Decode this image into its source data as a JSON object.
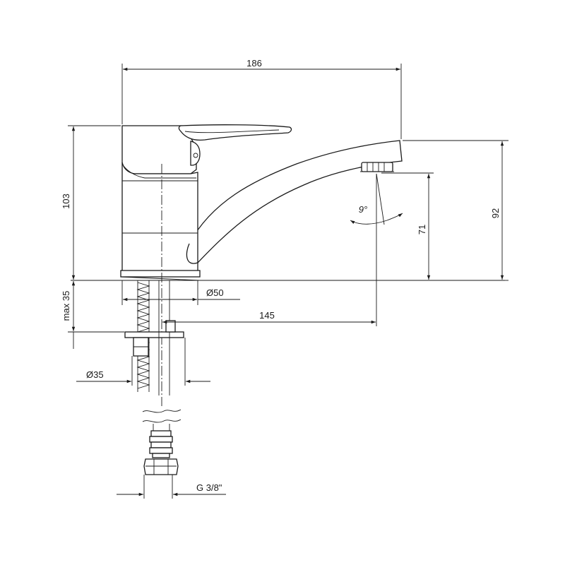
{
  "dimensions": {
    "total_width": "186",
    "body_height": "103",
    "spout_height": "92",
    "outlet_height": "71",
    "outlet_offset": "145",
    "base_diameter": "Ø50",
    "counter_hole": "max 35",
    "nut_diameter": "Ø35",
    "thread": "G 3/8\"",
    "spout_angle": "9°"
  }
}
